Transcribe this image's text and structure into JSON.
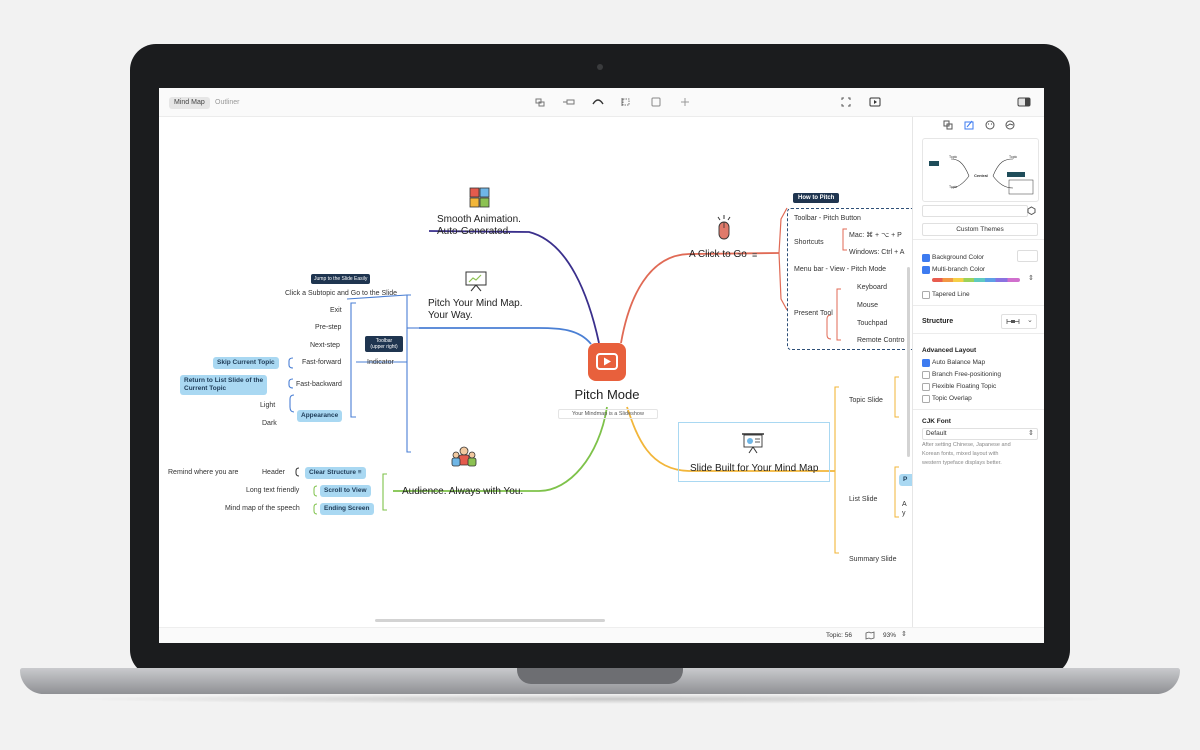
{
  "toolbar": {
    "tab_mindmap": "Mind Map",
    "tab_outliner": "Outliner"
  },
  "icons": [
    "topic-icon",
    "subtopic-icon",
    "relationship-icon",
    "boundary-icon",
    "summary-icon",
    "add-icon",
    "fullscreen-icon",
    "pitch-icon",
    "panel-toggle-icon"
  ],
  "central": {
    "title": "Pitch Mode",
    "subtitle": "Your Mindmap is a Slideshow"
  },
  "branches": {
    "smooth": {
      "line1": "Smooth Animation.",
      "line2": "Auto-Generated."
    },
    "pitch": {
      "line1": "Pitch Your Mind Map.",
      "line2": "Your Way.",
      "tip_jump": "Jump to the Slide Easily",
      "click_sub": "Click a Subtopic and Go to the Slide",
      "tip_toolbar_1": "Toolbar",
      "tip_toolbar_2": "(upper right)",
      "indicator": "Indicator",
      "items": [
        "Exit",
        "Pre-step",
        "Next-step",
        "Fast-forward",
        "Fast-backward"
      ],
      "skip_chip": "Skip Current Topic",
      "return_chip_1": "Return to List Slide of the",
      "return_chip_2": "Current Topic",
      "light": "Light",
      "dark": "Dark",
      "appearance_chip": "Appearance"
    },
    "audience": {
      "title": "Audience. Always with You.",
      "remind": "Remind where you are",
      "header": "Header",
      "clear_chip": "Clear Structure",
      "long": "Long text friendly",
      "scroll_chip": "Scroll to View",
      "mind": "Mind map of the speech",
      "ending_chip": "Ending Screen"
    },
    "click": {
      "title": "A Click to Go",
      "how_tag": "How to Pitch",
      "toolbar_pitch": "Toolbar - Pitch Button",
      "shortcuts": "Shortcuts",
      "mac": "Mac: ⌘ + ⌥ + P",
      "windows": "Windows: Ctrl + A",
      "menu": "Menu bar - View - Pitch Mode",
      "present": "Present Tool",
      "tools": [
        "Keyboard",
        "Mouse",
        "Touchpad",
        "Remote Contro"
      ]
    },
    "slide": {
      "title": "Slide Built for Your Mind Map",
      "topic_slide": "Topic Slide",
      "list_slide": "List Slide",
      "summary_slide": "Summary Slide",
      "list_chip": "P",
      "list_a": "A",
      "list_y": "y"
    }
  },
  "panel": {
    "custom_themes": "Custom Themes",
    "background_color": "Background Color",
    "multi_branch": "Multi-branch Color",
    "tapered": "Tapered Line",
    "structure": "Structure",
    "advanced": "Advanced Layout",
    "auto_balance": "Auto Balance Map",
    "branch_free": "Branch Free-positioning",
    "flexible": "Flexible Floating Topic",
    "overlap": "Topic Overlap",
    "cjk": "CJK Font",
    "default": "Default",
    "note_1": "After setting Chinese, Japanese and",
    "note_2": "Korean fonts, mixed layout with",
    "note_3": "western typeface displays better.",
    "preview_central": "Central",
    "preview_topic": "Topic"
  },
  "status": {
    "topic": "Topic: 56",
    "zoom": "93%"
  },
  "colors": {
    "accent": "#e8603c",
    "branch_purple": "#3a2f8c",
    "branch_blue": "#4a7fd4",
    "branch_green": "#7ec24a",
    "branch_red": "#e06a55",
    "branch_yellow": "#f2b63a",
    "chip": "#a9d8f2",
    "dark_tag": "#1f3550"
  }
}
